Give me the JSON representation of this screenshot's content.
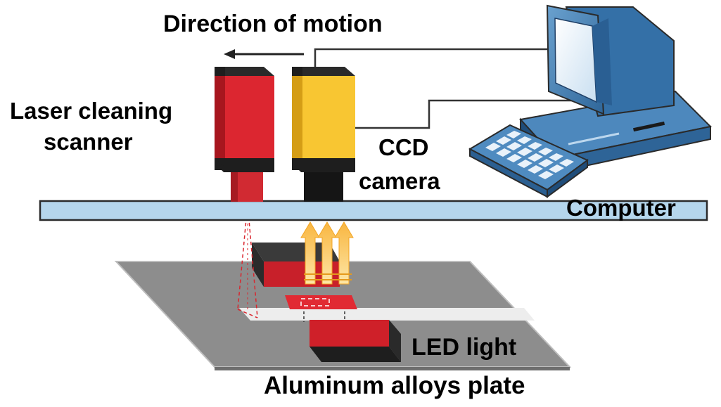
{
  "labels": {
    "direction_of_motion": "Direction of motion",
    "laser_scanner_line1": "Laser cleaning",
    "laser_scanner_line2": "scanner",
    "ccd_line1": "CCD",
    "ccd_line2": "camera",
    "computer": "Computer",
    "led_light": "LED light",
    "plate": "Aluminum alloys plate"
  },
  "colors": {
    "laser_red": "#d9262e",
    "laser_dark_red": "#a5161d",
    "camera_yellow": "#f7c631",
    "camera_dark_yellow": "#d49d16",
    "rail_blue": "#b4d6ec",
    "plate_gray": "#8c8c8c",
    "cleaned_strip": "#ececec",
    "led_arrow_orange": "#f5a623",
    "computer_blue": "#3e7fb5"
  },
  "icons": [
    "direction-arrow-icon",
    "computer-monitor-icon",
    "keyboard-icon",
    "light-arrow-icon"
  ]
}
